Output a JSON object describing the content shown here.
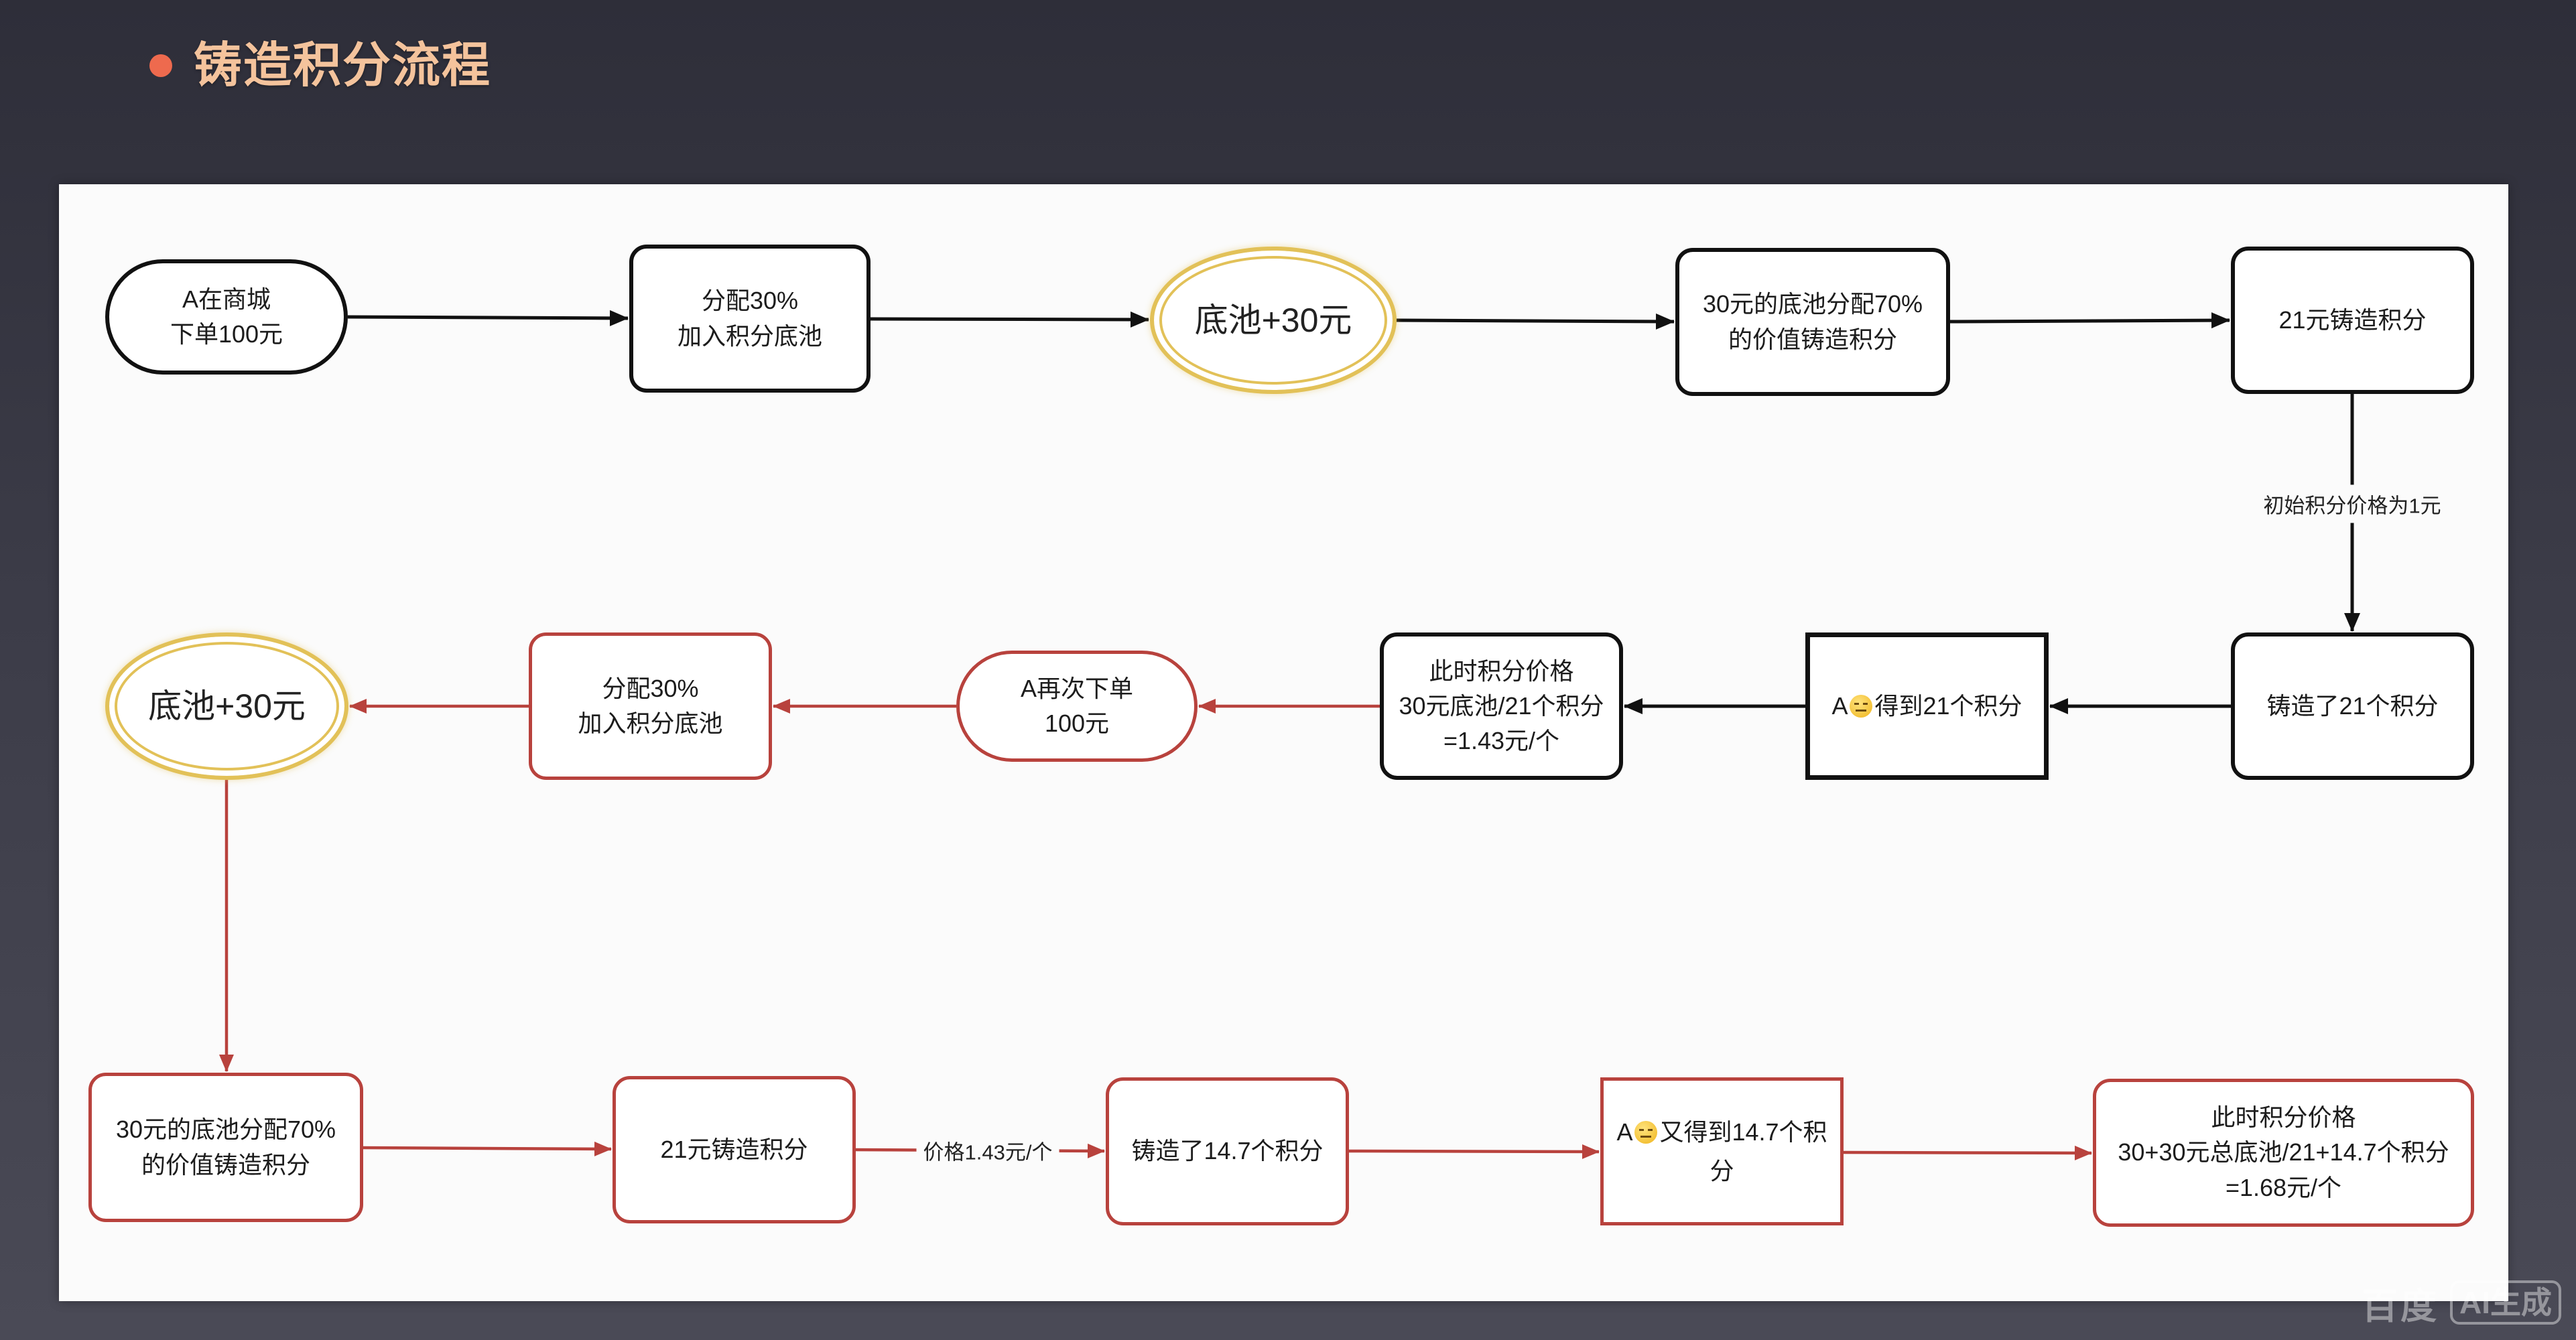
{
  "slide": {
    "title": "铸造积分流程"
  },
  "colors": {
    "bullet": "#ee6a4e",
    "title": "#f4c39c",
    "panel": "#fbfbfb",
    "phase1": "#111111",
    "phase2": "#b8423d",
    "pool": "#e2c158"
  },
  "nodes": {
    "order_first": {
      "lines": [
        "A在商城",
        "下单100元"
      ]
    },
    "allocate_first": {
      "lines": [
        "分配30%",
        "加入积分底池"
      ]
    },
    "pool_first": {
      "lines": [
        "底池+30元"
      ]
    },
    "mint_value_first": {
      "lines": [
        "30元的底池分配70%",
        "的价值铸造积分"
      ]
    },
    "mint_first": {
      "lines": [
        "21元铸造积分"
      ]
    },
    "minted_first": {
      "lines": [
        "铸造了21个积分"
      ]
    },
    "receive_first": {
      "prefix": "A",
      "icon": "expressionless-face-icon",
      "text": "得到21个积分"
    },
    "price_first": {
      "lines": [
        "此时积分价格",
        "30元底池/21个积分",
        "=1.43元/个"
      ]
    },
    "order_second": {
      "lines": [
        "A再次下单",
        "100元"
      ]
    },
    "allocate_second": {
      "lines": [
        "分配30%",
        "加入积分底池"
      ]
    },
    "pool_second": {
      "lines": [
        "底池+30元"
      ]
    },
    "mint_value_second": {
      "lines": [
        "30元的底池分配70%",
        "的价值铸造积分"
      ]
    },
    "mint_second": {
      "lines": [
        "21元铸造积分"
      ]
    },
    "minted_second": {
      "lines": [
        "铸造了14.7个积分"
      ]
    },
    "receive_second": {
      "prefix": "A",
      "icon": "expressionless-face-icon",
      "text": "又得到14.7个积分"
    },
    "price_second": {
      "lines": [
        "此时积分价格",
        "30+30元总底池/21+14.7个积分",
        "=1.68元/个"
      ]
    }
  },
  "edge_labels": {
    "initial_price": "初始积分价格为1元",
    "unit_price": "价格1.43元/个"
  },
  "watermark": {
    "brand": "百度",
    "tag": "AI生成"
  }
}
